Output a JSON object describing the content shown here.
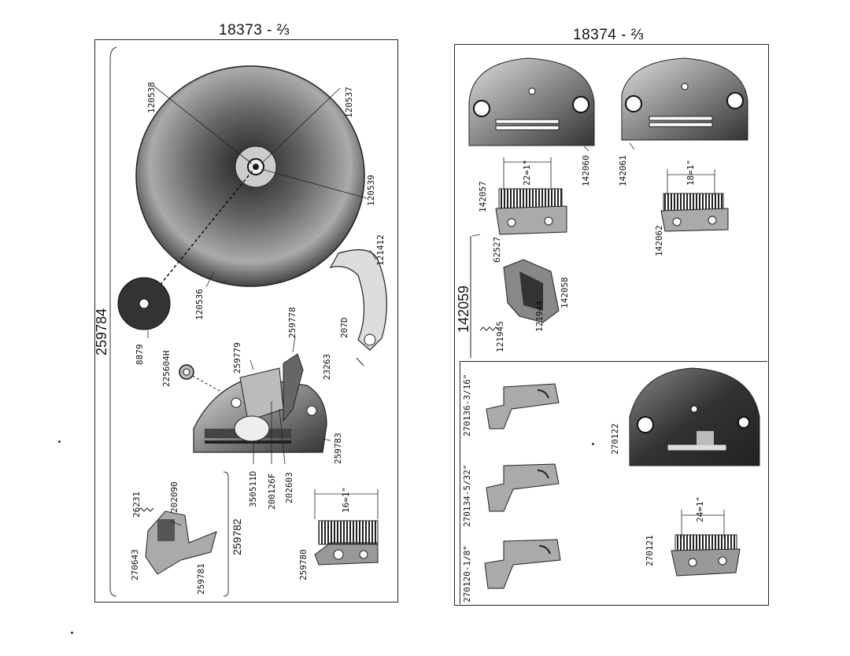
{
  "left_panel": {
    "heading": "18373 - ⅔",
    "assembly_label": "259784",
    "subassembly_label": "259782",
    "parts": {
      "p120538": "120538",
      "p120537": "120537",
      "p120539": "120539",
      "p121412": "121412",
      "p120536": "120536",
      "p8879": "8879",
      "p225604H": "225604H",
      "p259779": "259779",
      "p259778": "259778",
      "p207D": "207D",
      "p23263": "23263",
      "p259783": "259783",
      "p350511D": "350511D",
      "p200126F": "200126F",
      "p202603": "202603",
      "p26231": "26231",
      "p202090": "202090",
      "p270643": "270643",
      "p259781": "259781",
      "p259780": "259780"
    },
    "dimension": "16=1\""
  },
  "right_panel": {
    "heading": "18374 - ⅔",
    "assembly_label": "142059",
    "parts": {
      "p142060": "142060",
      "p142061": "142061",
      "p142057": "142057",
      "p142062": "142062",
      "p62527": "62527",
      "p142058": "142058",
      "p121944": "121944",
      "p121945": "121945",
      "p270136": "270136-3/16\"",
      "p270134": "270134-5/32\"",
      "p270120": "270120-1/8\"",
      "p270122": "270122",
      "p270121": "270121"
    },
    "dimensions": {
      "d22": "22=1\"",
      "d18": "18=1\"",
      "d24": "24=1\""
    }
  }
}
